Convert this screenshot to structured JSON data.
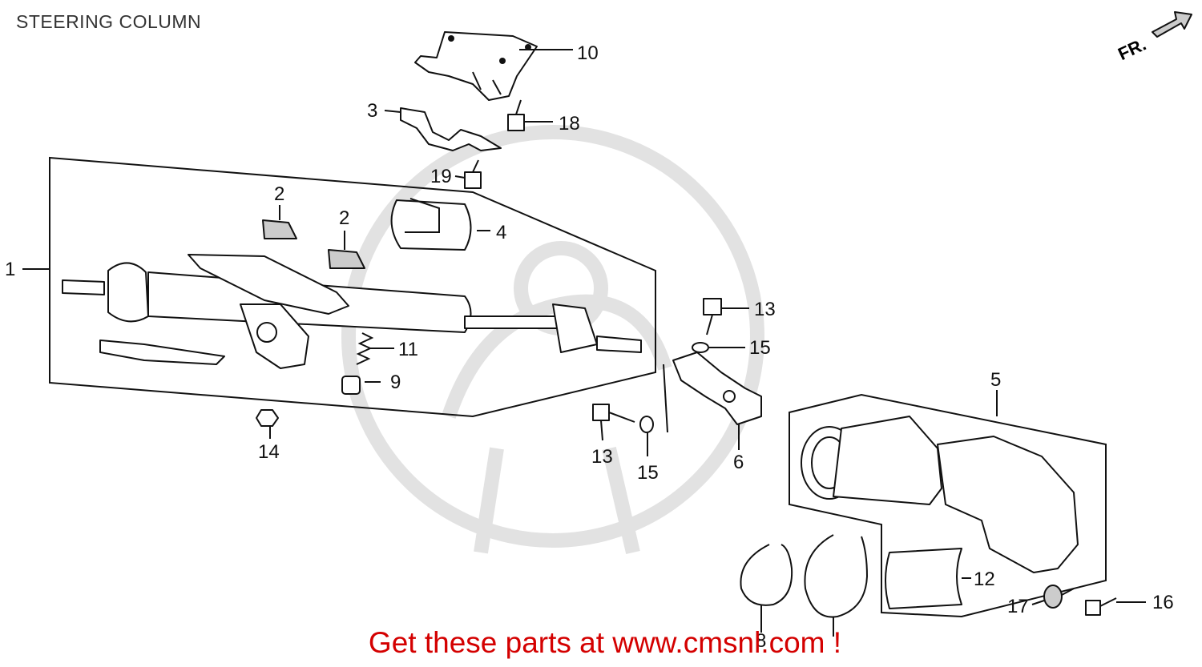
{
  "diagram": {
    "title": "STEERING COLUMN",
    "orientation_label": "FR.",
    "promo_text": "Get these parts at www.cmsnl.com !",
    "accent_color": "#d40000",
    "callouts": [
      {
        "id": "1",
        "label": "1"
      },
      {
        "id": "2a",
        "label": "2"
      },
      {
        "id": "2b",
        "label": "2"
      },
      {
        "id": "3",
        "label": "3"
      },
      {
        "id": "4",
        "label": "4"
      },
      {
        "id": "5",
        "label": "5"
      },
      {
        "id": "6",
        "label": "6"
      },
      {
        "id": "8",
        "label": "8"
      },
      {
        "id": "9",
        "label": "9"
      },
      {
        "id": "10",
        "label": "10"
      },
      {
        "id": "11",
        "label": "11"
      },
      {
        "id": "12",
        "label": "12"
      },
      {
        "id": "13a",
        "label": "13"
      },
      {
        "id": "13b",
        "label": "13"
      },
      {
        "id": "14",
        "label": "14"
      },
      {
        "id": "15a",
        "label": "15"
      },
      {
        "id": "15b",
        "label": "15"
      },
      {
        "id": "16",
        "label": "16"
      },
      {
        "id": "17",
        "label": "17"
      },
      {
        "id": "18",
        "label": "18"
      },
      {
        "id": "19",
        "label": "19"
      }
    ]
  }
}
